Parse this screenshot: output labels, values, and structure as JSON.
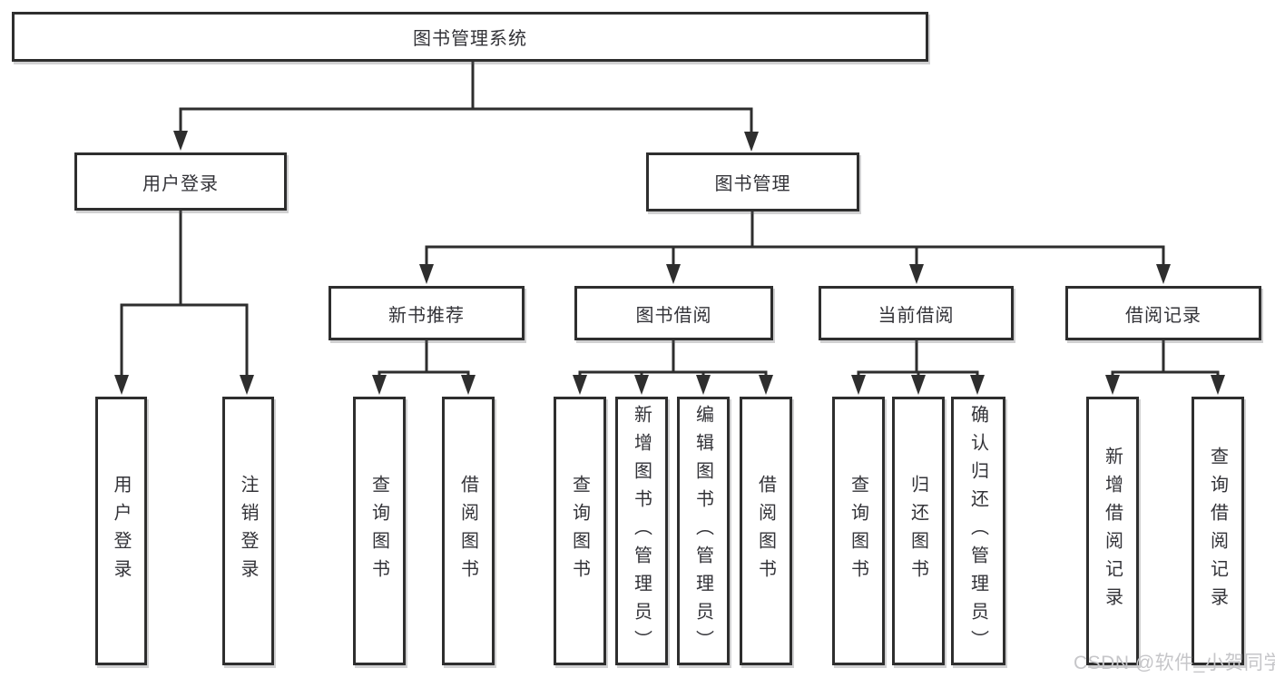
{
  "diagram": {
    "root": "图书管理系统",
    "user_login": {
      "label": "用户登录",
      "children": [
        "用户登录",
        "注销登录"
      ]
    },
    "book_management": {
      "label": "图书管理",
      "modules": [
        {
          "label": "新书推荐",
          "children": [
            "查询图书",
            "借阅图书"
          ]
        },
        {
          "label": "图书借阅",
          "children": [
            "查询图书",
            "新增图书（管理员）",
            "编辑图书（管理员）",
            "借阅图书"
          ]
        },
        {
          "label": "当前借阅",
          "children": [
            "查询图书",
            "归还图书",
            "确认归还（管理员）"
          ]
        },
        {
          "label": "借阅记录",
          "children": [
            "新增借阅记录",
            "查询借阅记录"
          ]
        }
      ]
    }
  },
  "watermark": "CSDN @软件_小贺同学",
  "colors": {
    "line": "#2e2e2e",
    "text": "#333338",
    "watermark": "#c6c6c9",
    "background": "#ffffff"
  }
}
